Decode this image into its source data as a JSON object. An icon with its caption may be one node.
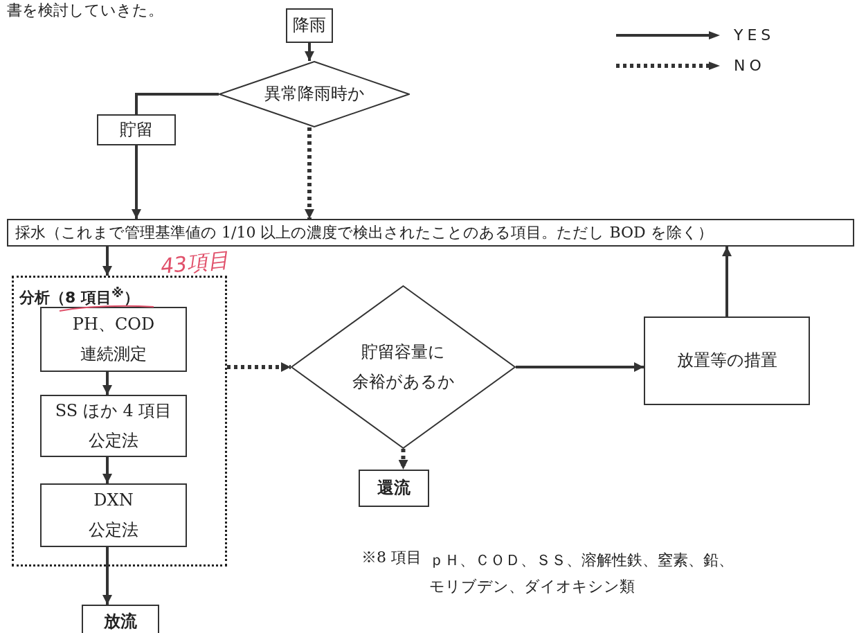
{
  "diagram": {
    "nodes": [
      {
        "text": [
          "降雨"
        ]
      },
      {
        "text": [
          "異常降雨時か"
        ]
      },
      {
        "text": [
          "貯留"
        ]
      },
      {
        "text": [
          "採水（これまで管理基準値の 1/10 以上の濃度で検出されたことのある項目。ただし BOD を除く）"
        ]
      },
      {
        "text": [
          "分析（8 項目$^{※}$）"
        ]
      },
      {
        "text": [
          "PH、COD連続測定"
        ],
        "in": 4
      },
      {
        "text": [
          "SS ほか 4 項目公定法"
        ],
        "in": 4
      },
      {
        "text": [
          "DXN公定法"
        ],
        "in": 4
      },
      {
        "text": [
          "放流"
        ]
      },
      {
        "text": [
          "貯留容量に余裕があるか"
        ]
      },
      {
        "text": [
          "放置等の措置"
        ]
      },
      {
        "text": [
          "還流"
        ]
      }
    ],
    "edges": [
      {
        "from": 0,
        "to": 1,
        "arrow": "to"
      },
      {
        "from": 1,
        "to": 2,
        "arrow": "none"
      },
      {
        "from": 2,
        "to": 3,
        "arrow": "to"
      },
      {
        "from": 1,
        "to": 3,
        "arrow": "to",
        "style": "dashed"
      },
      {
        "from": 3,
        "to": 4,
        "arrow": "to"
      },
      {
        "from": 5,
        "to": 6,
        "arrow": "to"
      },
      {
        "from": 6,
        "to": 7,
        "arrow": "to"
      },
      {
        "from": 7,
        "to": 8,
        "arrow": "to"
      },
      {
        "from": 4,
        "to": 9,
        "arrow": "to",
        "style": "dashed"
      },
      {
        "from": 9,
        "to": 10,
        "arrow": "to"
      },
      {
        "from": 9,
        "to": 11,
        "arrow": "to",
        "style": "dashed"
      },
      {
        "from": 10,
        "to": 3,
        "arrow": "to"
      }
    ],
    "labels": [
      "書を検討していきた。",
      "43項目",
      "※8 項目",
      "ｐＨ、ＣＯＤ、ＳＳ、溶解性鉄、窒素、鉛、モリブデン、ダイオキシン類"
    ],
    "legend": [
      {
        "text": "YES"
      },
      {
        "text": "NO"
      }
    ]
  }
}
